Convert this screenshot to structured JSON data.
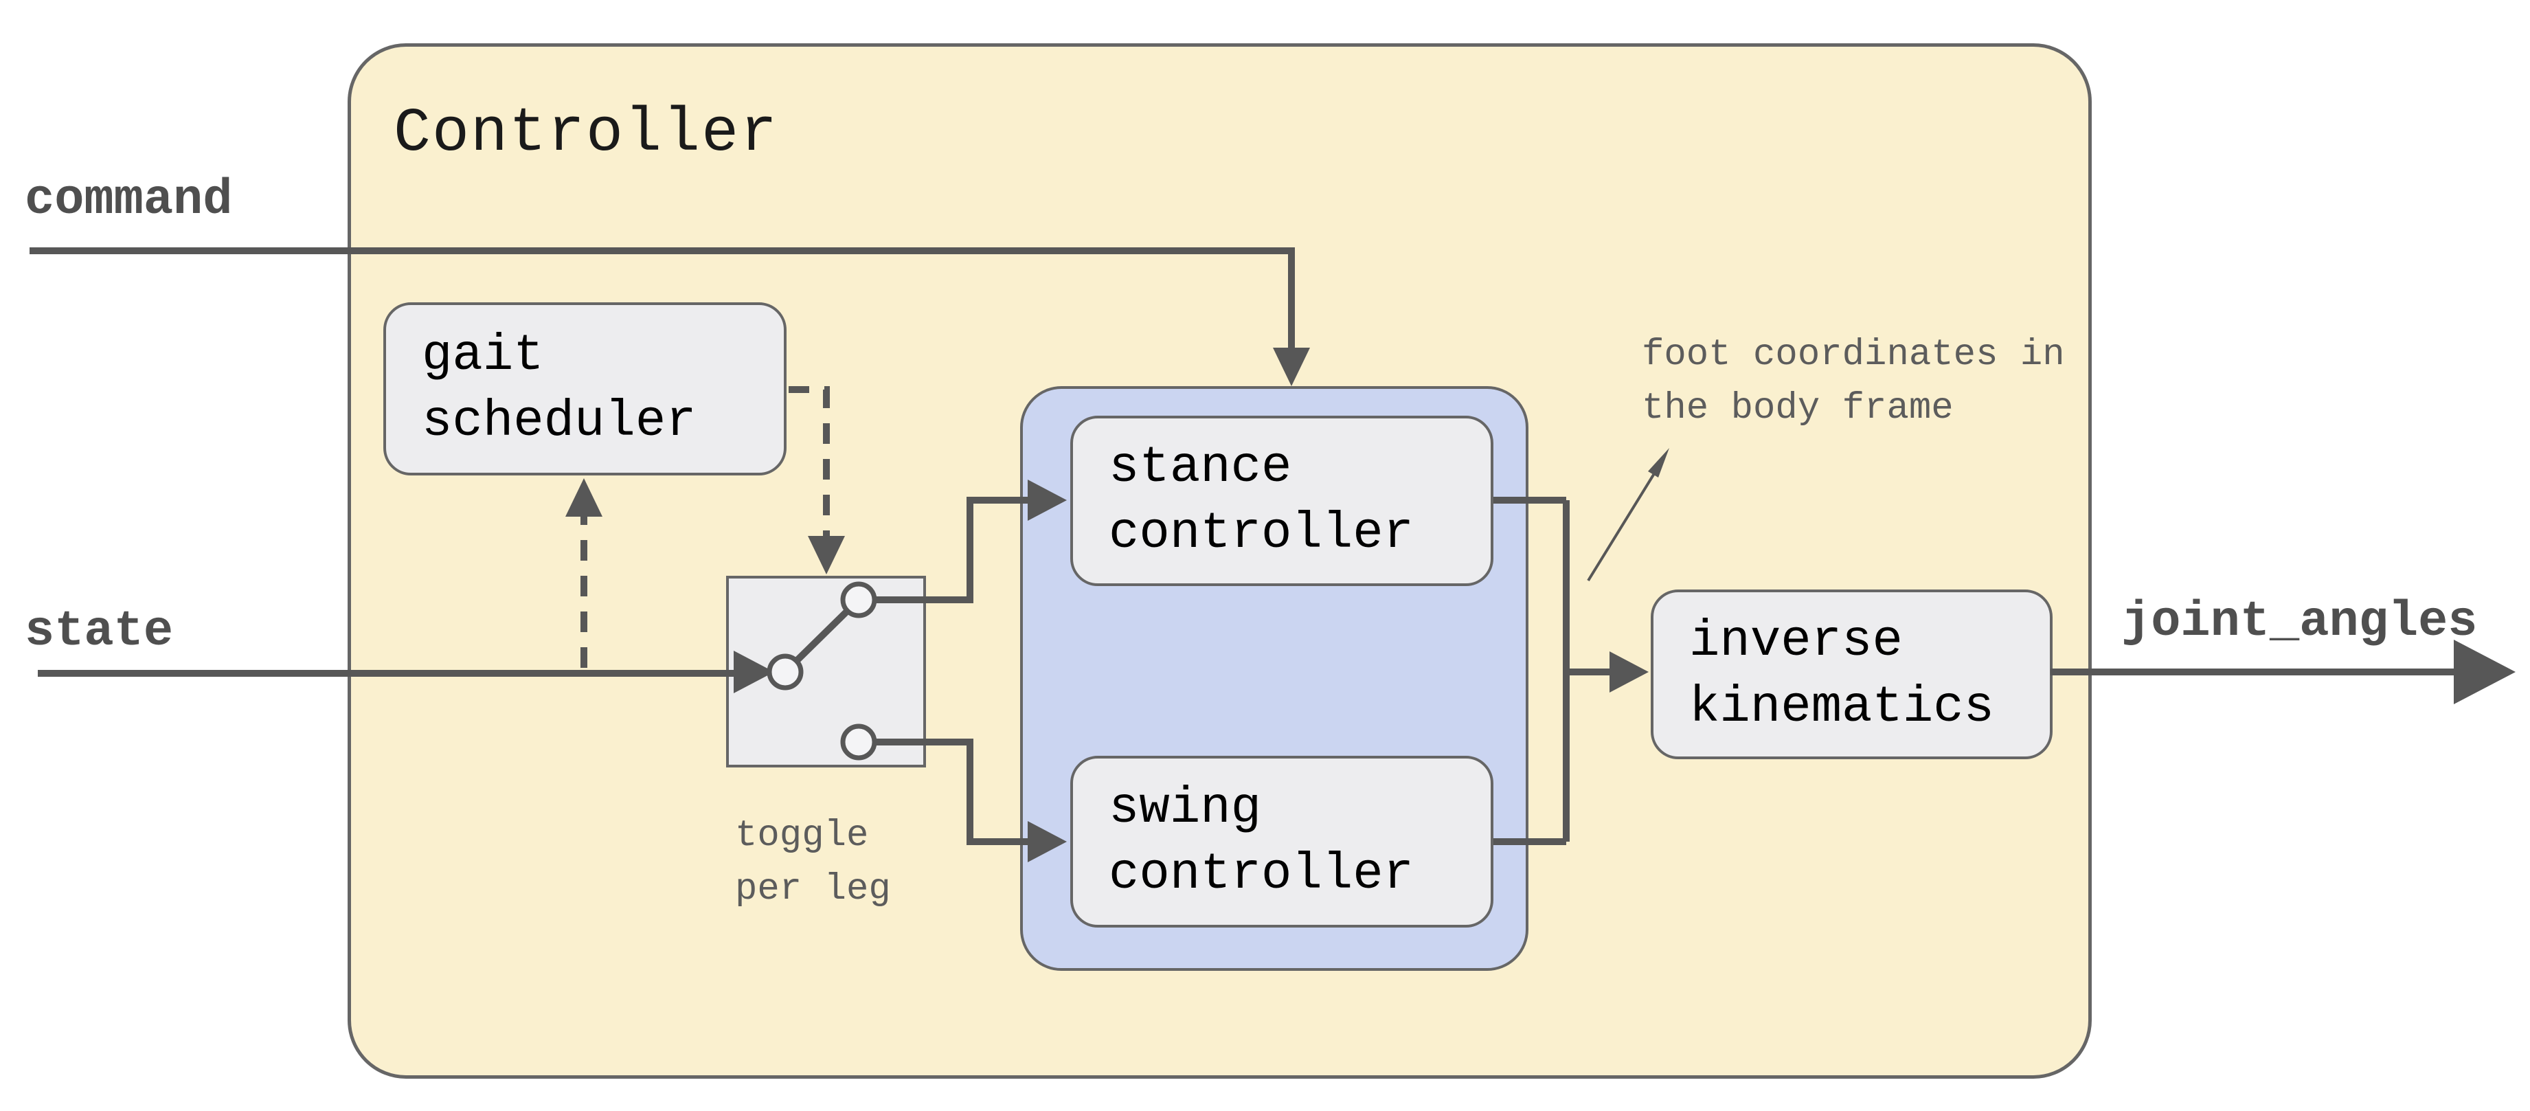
{
  "title": "Controller",
  "ports": {
    "command": {
      "label": "command"
    },
    "state": {
      "label": "state"
    },
    "joint_angles": {
      "label": "joint_angles"
    }
  },
  "modules": {
    "gait_scheduler": {
      "label": "gait\nscheduler"
    },
    "stance_controller": {
      "label": "stance\ncontroller"
    },
    "swing_controller": {
      "label": "swing\ncontroller"
    },
    "inverse_kinematics": {
      "label": "inverse\nkinematics"
    }
  },
  "annotations": {
    "foot_coordinates": {
      "text": "foot coordinates in\nthe body frame"
    },
    "toggle_per_leg": {
      "text": "toggle\nper leg"
    }
  },
  "colors": {
    "controller_fill": "#faf0cf",
    "controller_border": "#666666",
    "group_fill": "#cbd5f1",
    "module_fill": "#ededef",
    "module_border": "#666666",
    "connector": "#575757",
    "port_label": "#4f4f4f",
    "annotation_text": "#5c5c5c",
    "background": "#ffffff"
  }
}
